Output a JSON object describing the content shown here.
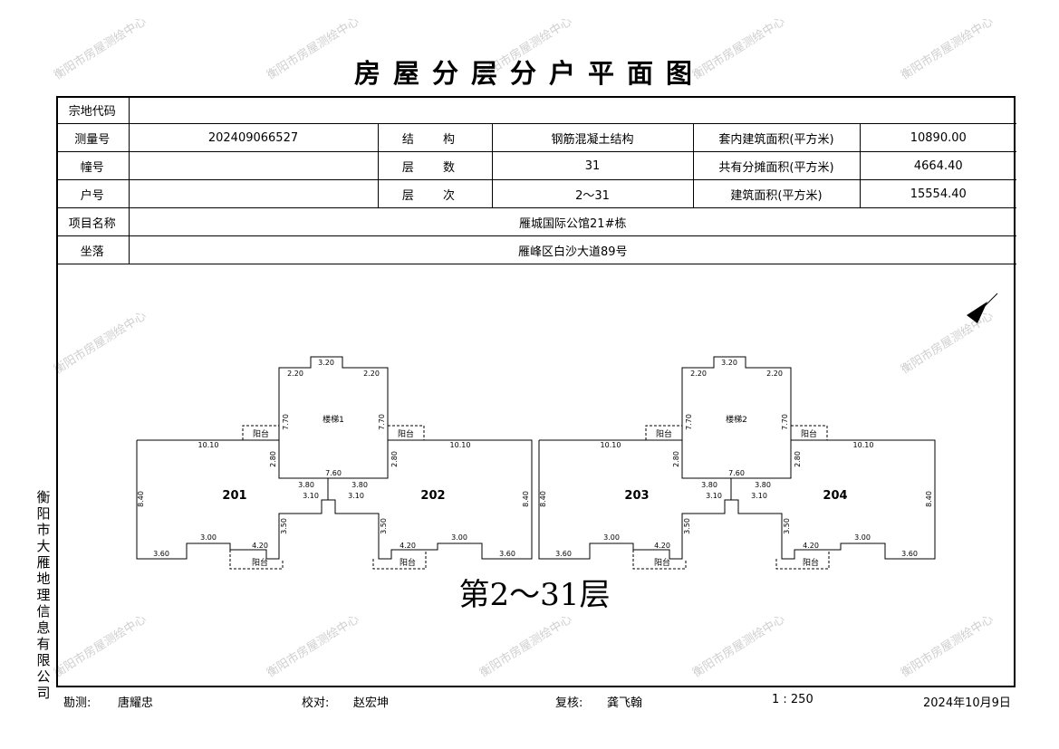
{
  "title": "房屋分层分户平面图",
  "watermark": "衡阳市房屋测绘中心",
  "info": {
    "zongdi_label": "宗地代码",
    "zongdi_value": "",
    "survey_no_label": "测量号",
    "survey_no_value": "202409066527",
    "structure_label": "结 构",
    "structure_value": "钢筋混凝土结构",
    "inner_area_label": "套内建筑面积(平方米)",
    "inner_area_value": "10890.00",
    "building_label": "幢号",
    "building_value": "",
    "floors_label": "层 数",
    "floors_value": "31",
    "shared_area_label": "共有分摊面积(平方米)",
    "shared_area_value": "4664.40",
    "unit_label": "户号",
    "unit_value": "",
    "floor_range_label": "层 次",
    "floor_range_value": "2～31",
    "total_area_label": "建筑面积(平方米)",
    "total_area_value": "15554.40",
    "project_label": "项目名称",
    "project_value": "雁城国际公馆21#栋",
    "location_label": "坐落",
    "location_value": "雁峰区白沙大道89号"
  },
  "plan": {
    "floor_caption": "第2～31层",
    "stair_left": "楼梯1",
    "stair_right": "楼梯2",
    "balcony": "阳台",
    "units": [
      "201",
      "202",
      "203",
      "204"
    ],
    "dims": {
      "top": "3.20",
      "side_top": "2.20",
      "stair_h": "7.70",
      "wing": "10.10",
      "mid": "2.80",
      "stair_w": "7.60",
      "s380": "3.80",
      "s310": "3.10",
      "height": "8.40",
      "notch": "3.50",
      "b300": "3.00",
      "b420": "4.20",
      "b360": "3.60"
    }
  },
  "company": "衡阳市大雁地理信息有限公司",
  "footer": {
    "survey_label": "勘测:",
    "surveyor": "唐耀忠",
    "check_label": "校对:",
    "checker": "赵宏坤",
    "review_label": "复核:",
    "reviewer": "龚飞翰",
    "scale": "1 : 250",
    "date": "2024年10月9日"
  }
}
